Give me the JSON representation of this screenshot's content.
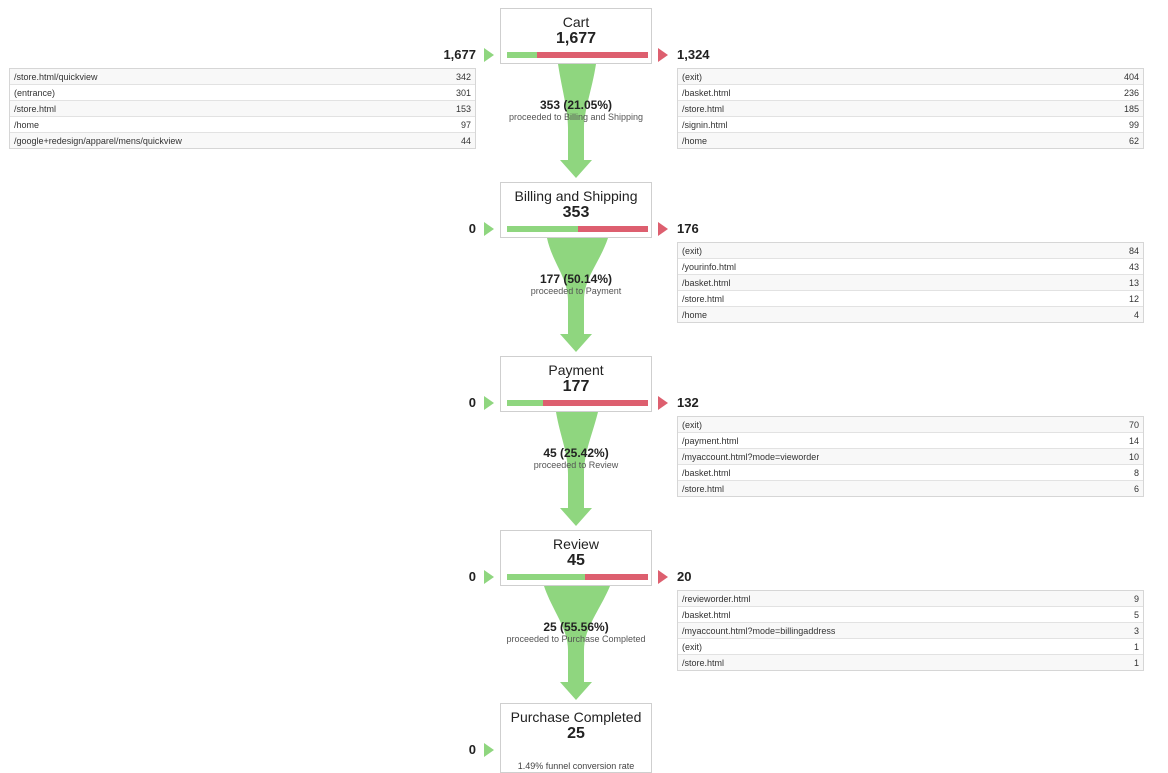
{
  "colors": {
    "proceed_green": "#8fd67f",
    "exit_red": "#dd5f6f",
    "border": "#cfcfcf"
  },
  "steps": [
    {
      "name": "Cart",
      "count": "1,677",
      "entries": "1,677",
      "exits": "1,324",
      "proceed_fraction": 0.2105,
      "proceed_count": "353 (21.05%)",
      "proceed_label": "proceeded to Billing and Shipping",
      "entry_sources": [
        {
          "path": "/store.html/quickview",
          "count": "342"
        },
        {
          "path": "(entrance)",
          "count": "301"
        },
        {
          "path": "/store.html",
          "count": "153"
        },
        {
          "path": "/home",
          "count": "97"
        },
        {
          "path": "/google+redesign/apparel/mens/quickview",
          "count": "44"
        }
      ],
      "exit_destinations": [
        {
          "path": "(exit)",
          "count": "404"
        },
        {
          "path": "/basket.html",
          "count": "236"
        },
        {
          "path": "/store.html",
          "count": "185"
        },
        {
          "path": "/signin.html",
          "count": "99"
        },
        {
          "path": "/home",
          "count": "62"
        }
      ]
    },
    {
      "name": "Billing and Shipping",
      "count": "353",
      "entries": "0",
      "exits": "176",
      "proceed_fraction": 0.5014,
      "proceed_count": "177 (50.14%)",
      "proceed_label": "proceeded to Payment",
      "exit_destinations": [
        {
          "path": "(exit)",
          "count": "84"
        },
        {
          "path": "/yourinfo.html",
          "count": "43"
        },
        {
          "path": "/basket.html",
          "count": "13"
        },
        {
          "path": "/store.html",
          "count": "12"
        },
        {
          "path": "/home",
          "count": "4"
        }
      ]
    },
    {
      "name": "Payment",
      "count": "177",
      "entries": "0",
      "exits": "132",
      "proceed_fraction": 0.2542,
      "proceed_count": "45 (25.42%)",
      "proceed_label": "proceeded to Review",
      "exit_destinations": [
        {
          "path": "(exit)",
          "count": "70"
        },
        {
          "path": "/payment.html",
          "count": "14"
        },
        {
          "path": "/myaccount.html?mode=vieworder",
          "count": "10"
        },
        {
          "path": "/basket.html",
          "count": "8"
        },
        {
          "path": "/store.html",
          "count": "6"
        }
      ]
    },
    {
      "name": "Review",
      "count": "45",
      "entries": "0",
      "exits": "20",
      "proceed_fraction": 0.5556,
      "proceed_count": "25 (55.56%)",
      "proceed_label": "proceeded to Purchase Completed",
      "exit_destinations": [
        {
          "path": "/revieworder.html",
          "count": "9"
        },
        {
          "path": "/basket.html",
          "count": "5"
        },
        {
          "path": "/myaccount.html?mode=billingaddress",
          "count": "3"
        },
        {
          "path": "(exit)",
          "count": "1"
        },
        {
          "path": "/store.html",
          "count": "1"
        }
      ]
    }
  ],
  "final_step": {
    "name": "Purchase Completed",
    "count": "25",
    "entries": "0",
    "conversion_rate": "1.49% funnel conversion rate"
  }
}
